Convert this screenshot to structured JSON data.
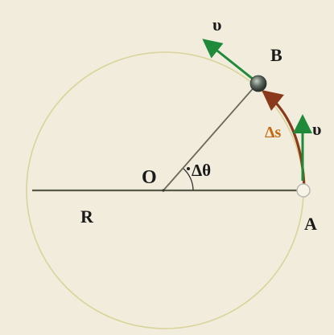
{
  "labels": {
    "center": "O",
    "angle": "Δθ",
    "radius": "R",
    "point_a": "A",
    "point_b": "B",
    "arc": "Δs",
    "velocity_b": "υ",
    "velocity_a": "υ"
  },
  "colors": {
    "background": "#f2ecdc",
    "circle": "#d8d49a",
    "line": "#5a5a4a",
    "velocity": "#1f8a3a",
    "arc": "#8a3a1a",
    "arc_label": "#c46a10",
    "text": "#1a1a1a"
  }
}
